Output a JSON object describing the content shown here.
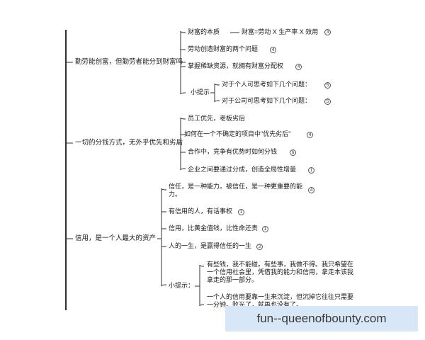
{
  "mindmap": {
    "cat1": "勤劳能创富，但勤劳者能分到财富吗",
    "cat1_items": [
      {
        "text": "财富的本质",
        "formula": "财富=劳动 X 生产率 X 效用",
        "badge": "3"
      },
      {
        "text": "劳动创造财富的两个问题",
        "badge": "4"
      },
      {
        "text": "掌握稀缺资源，就拥有财富分配权",
        "badge": "4"
      },
      {
        "text": "小提示"
      }
    ],
    "tips1": [
      {
        "text": "对于个人可思考如下几个问题：",
        "badge": "5"
      },
      {
        "text": "对于公司可思考如下几个问题：",
        "badge": "5"
      }
    ],
    "cat2": "一切的分钱方式，无外乎优先和劣后",
    "cat2_items": [
      {
        "text": "员工优先，老板劣后"
      },
      {
        "text": "如何在一个不确定的项目中\"优先劣后\"",
        "badge": "4"
      },
      {
        "text": "合作中，竞争有优势时如何分钱",
        "badge": "6"
      },
      {
        "text": "企业之间要通过分成，创造全局性增量",
        "badge": "1"
      }
    ],
    "cat3": "信用，是一个人最大的资产",
    "cat3_items": [
      {
        "text": "信任，是一种能力。被信任，是一种更重要的能力。",
        "badge": "4"
      },
      {
        "text": "有信用的人，有话事权",
        "badge": "1"
      },
      {
        "text": "信用，比黄金值钱，比性命还贵",
        "badge": "1"
      },
      {
        "text": "人的一生，是赢得信任的一生",
        "badge": "2"
      },
      {
        "text": "小提示："
      }
    ],
    "tips3": [
      "有些钱，我不能碰。有些事，我做不得。我只希望在一个信用社会里，凭借我的能力和信用，拿走本该我拿走的那一部分。",
      "一个人的信用要靠一生来沉淀，但沉掉它往往只需要一分钟。败光了，就再也没有了。"
    ]
  },
  "banner": {
    "text": "fun--queenofbounty.com"
  }
}
